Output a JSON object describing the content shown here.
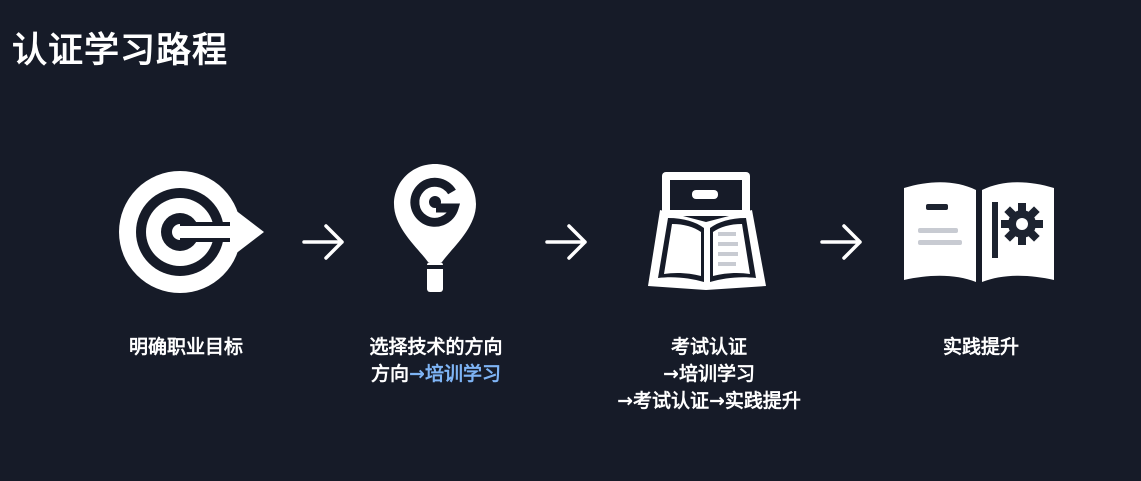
{
  "title": "认证学习路程",
  "steps": [
    {
      "icon": "target-arrow-icon",
      "lines": [
        "明确职业目标"
      ]
    },
    {
      "icon": "map-pin-icon",
      "lines": [
        "选择技术的方向"
      ],
      "line2_prefix": "方向",
      "line2_highlight": "→培训学习"
    },
    {
      "icon": "open-book-icon",
      "lines": [
        "考试认证",
        "→培训学习",
        "→考试认证→实践提升"
      ]
    },
    {
      "icon": "book-gear-icon",
      "lines": [
        "实践提升"
      ]
    }
  ],
  "connector_icon": "right-arrow-icon",
  "colors": {
    "background": "#161b28",
    "foreground": "#ffffff",
    "highlight": "#7eb4f5"
  }
}
